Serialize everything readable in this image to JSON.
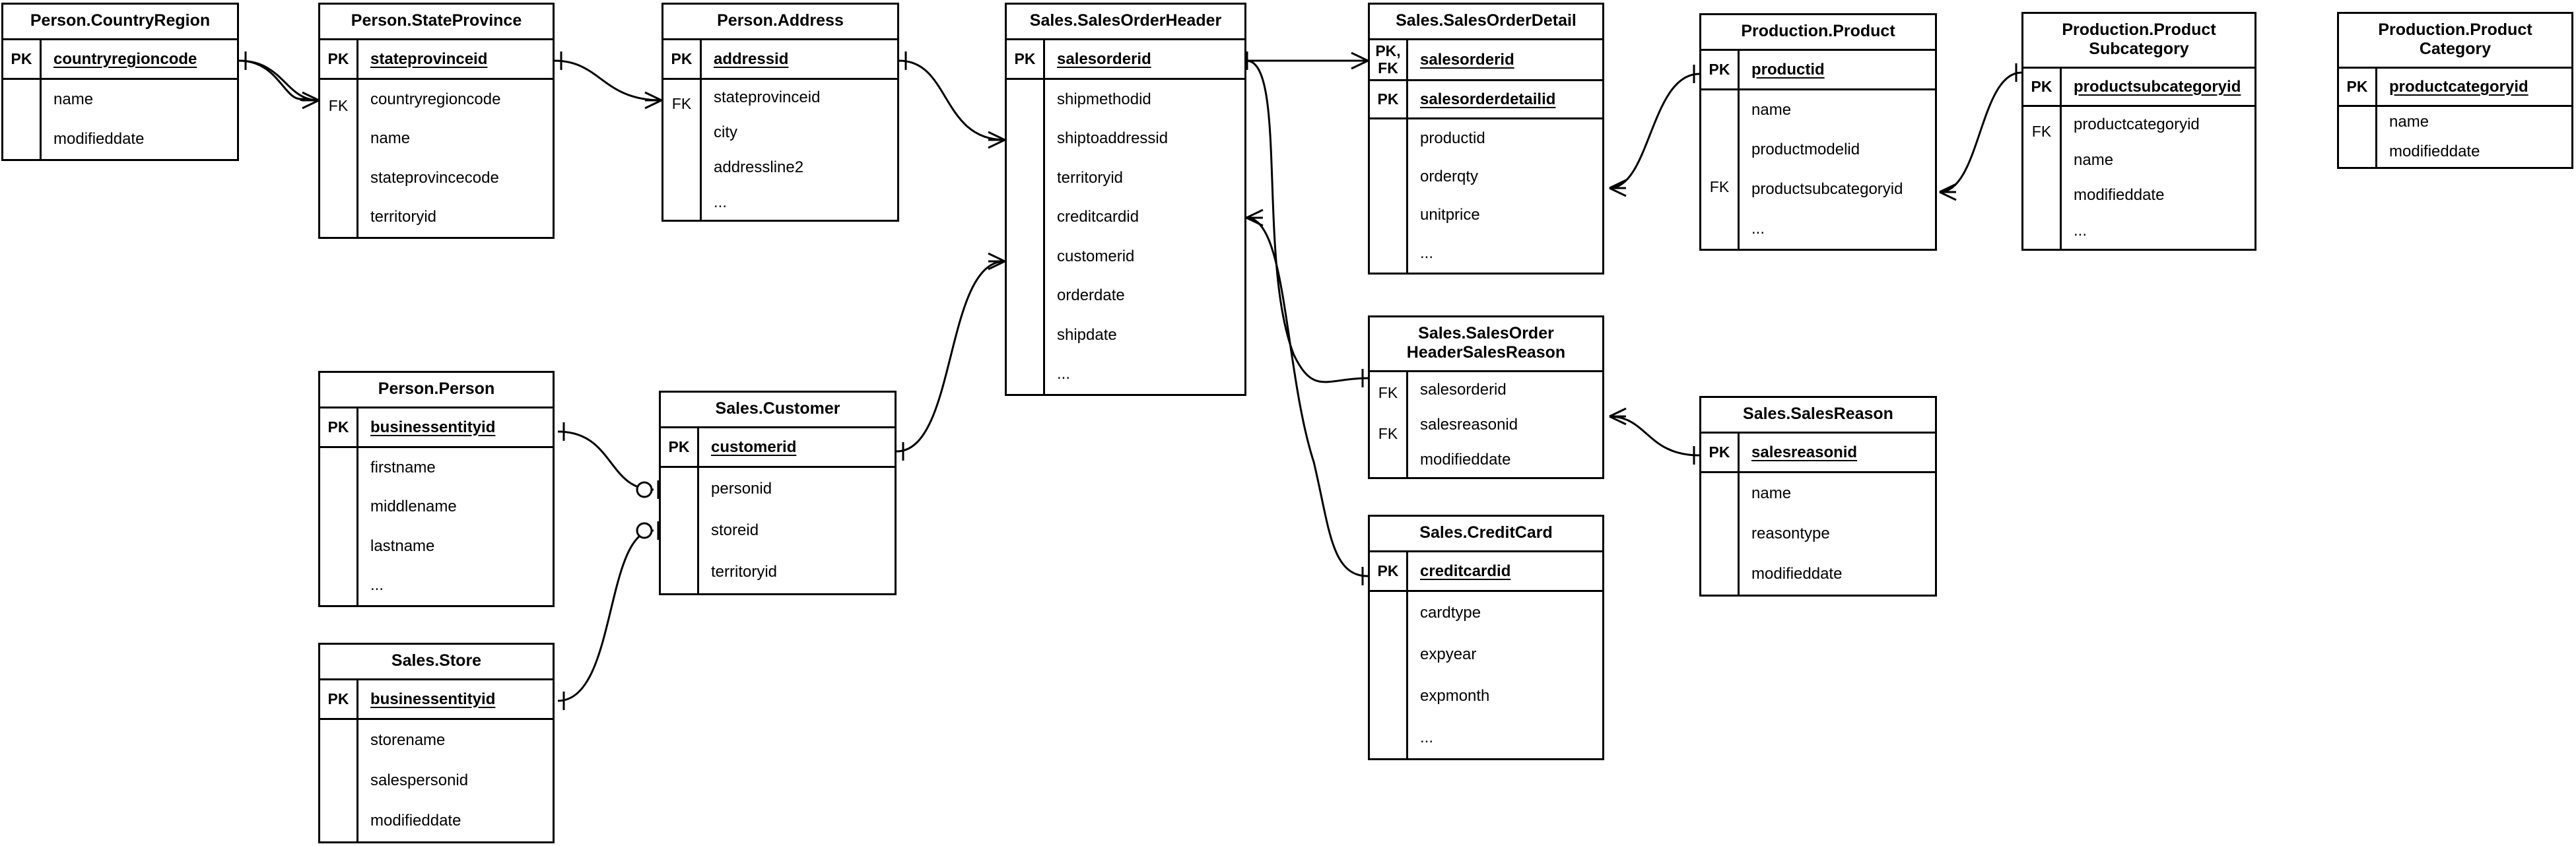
{
  "diagram": {
    "type": "entity-relationship-diagram",
    "notation": "crow's foot",
    "background_color": "#ffffff",
    "line_color": "#000000"
  },
  "entities": [
    {
      "id": "person-countryregion",
      "title": "Person.CountryRegion",
      "keys": [
        {
          "tag": "PK",
          "name": "countryregioncode"
        }
      ],
      "attributes": [
        "name",
        "modifieddate"
      ]
    },
    {
      "id": "person-stateprovince",
      "title": "Person.StateProvince",
      "keys": [
        {
          "tag": "PK",
          "name": "stateprovinceid"
        }
      ],
      "fk_tag": "FK",
      "attributes": [
        "countryregioncode",
        "name",
        "stateprovincecode",
        "territoryid"
      ]
    },
    {
      "id": "person-address",
      "title": "Person.Address",
      "keys": [
        {
          "tag": "PK",
          "name": "addressid"
        }
      ],
      "fk_tag": "FK",
      "attributes": [
        "stateprovinceid",
        "city",
        "addressline2",
        "..."
      ]
    },
    {
      "id": "sales-salesorderheader",
      "title": "Sales.SalesOrderHeader",
      "keys": [
        {
          "tag": "PK",
          "name": "salesorderid"
        }
      ],
      "attributes": [
        "shipmethodid",
        "shiptoaddressid",
        "territoryid",
        "creditcardid",
        "customerid",
        "orderdate",
        "shipdate",
        "..."
      ]
    },
    {
      "id": "sales-salesorderdetail",
      "title": "Sales.SalesOrderDetail",
      "keys": [
        {
          "tag": "PK,\nFK",
          "name": "salesorderid"
        },
        {
          "tag": "PK",
          "name": "salesorderdetailid"
        }
      ],
      "attributes": [
        "productid",
        "orderqty",
        "unitprice",
        "..."
      ]
    },
    {
      "id": "production-product",
      "title": "Production.Product",
      "keys": [
        {
          "tag": "PK",
          "name": "productid"
        }
      ],
      "fk_tag": "FK",
      "fk_row_index": 2,
      "attributes": [
        "name",
        "productmodelid",
        "productsubcategoryid",
        "..."
      ]
    },
    {
      "id": "production-productsubcategory",
      "title": "Production.Product\nSubcategory",
      "keys": [
        {
          "tag": "PK",
          "name": "productsubcategoryid"
        }
      ],
      "fk_tag": "FK",
      "fk_row_index": 0,
      "attributes": [
        "productcategoryid",
        "name",
        "modifieddate",
        "..."
      ]
    },
    {
      "id": "production-productcategory",
      "title": "Production.Product\nCategory",
      "keys": [
        {
          "tag": "PK",
          "name": "productcategoryid"
        }
      ],
      "attributes": [
        "name",
        "modifieddate"
      ]
    },
    {
      "id": "person-person",
      "title": "Person.Person",
      "keys": [
        {
          "tag": "PK",
          "name": "businessentityid"
        }
      ],
      "attributes": [
        "firstname",
        "middlename",
        "lastname",
        "..."
      ]
    },
    {
      "id": "sales-customer",
      "title": "Sales.Customer",
      "keys": [
        {
          "tag": "PK",
          "name": "customerid"
        }
      ],
      "attributes": [
        "personid",
        "storeid",
        "territoryid"
      ]
    },
    {
      "id": "sales-store",
      "title": "Sales.Store",
      "keys": [
        {
          "tag": "PK",
          "name": "businessentityid"
        }
      ],
      "attributes": [
        "storename",
        "salespersonid",
        "modifieddate"
      ]
    },
    {
      "id": "sales-salesorderheadersalesreason",
      "title": "Sales.SalesOrder\nHeaderSalesReason",
      "keys": [],
      "fk_rows": [
        {
          "tag": "FK",
          "name": "salesorderid"
        },
        {
          "tag": "FK",
          "name": "salesreasonid"
        },
        {
          "tag": "",
          "name": "modifieddate"
        }
      ]
    },
    {
      "id": "sales-salesreason",
      "title": "Sales.SalesReason",
      "keys": [
        {
          "tag": "PK",
          "name": "salesreasonid"
        }
      ],
      "attributes": [
        "name",
        "reasontype",
        "modifieddate"
      ]
    },
    {
      "id": "sales-creditcard",
      "title": "Sales.CreditCard",
      "keys": [
        {
          "tag": "PK",
          "name": "creditcardid"
        }
      ],
      "attributes": [
        "cardtype",
        "expyear",
        "expmonth",
        "..."
      ]
    }
  ],
  "relationships": [
    {
      "from": "person-countryregion.countryregioncode",
      "to": "person-stateprovince.countryregioncode",
      "from_card": "one",
      "to_card": "many"
    },
    {
      "from": "person-stateprovince.stateprovinceid",
      "to": "person-address.stateprovinceid",
      "from_card": "one",
      "to_card": "many"
    },
    {
      "from": "person-address.addressid",
      "to": "sales-salesorderheader.shiptoaddressid",
      "from_card": "one",
      "to_card": "many"
    },
    {
      "from": "sales-customer.customerid",
      "to": "sales-salesorderheader.customerid",
      "from_card": "one",
      "to_card": "many"
    },
    {
      "from": "person-person.businessentityid",
      "to": "sales-customer.personid",
      "from_card": "one",
      "to_card": "zero-or-one"
    },
    {
      "from": "sales-store.businessentityid",
      "to": "sales-customer.storeid",
      "from_card": "one",
      "to_card": "zero-or-one"
    },
    {
      "from": "sales-salesorderheader.salesorderid",
      "to": "sales-salesorderdetail.salesorderid",
      "from_card": "one",
      "to_card": "many"
    },
    {
      "from": "sales-salesorderheader.salesorderid",
      "to": "sales-salesorderheadersalesreason.salesorderid",
      "from_card": "one",
      "to_card": "one"
    },
    {
      "from": "sales-salesorderheader.creditcardid",
      "to": "sales-creditcard.creditcardid",
      "from_card": "many",
      "to_card": "one"
    },
    {
      "from": "sales-salesorderdetail.productid",
      "to": "production-product.productid",
      "from_card": "many",
      "to_card": "one"
    },
    {
      "from": "production-product.productsubcategoryid",
      "to": "production-productsubcategory.productsubcategoryid",
      "from_card": "many",
      "to_card": "one"
    },
    {
      "from": "production-productsubcategory.productcategoryid",
      "to": "production-productcategory.productcategoryid",
      "from_card": "many",
      "to_card": "one"
    },
    {
      "from": "sales-salesorderheadersalesreason.salesreasonid",
      "to": "sales-salesreason.salesreasonid",
      "from_card": "many",
      "to_card": "one"
    }
  ]
}
